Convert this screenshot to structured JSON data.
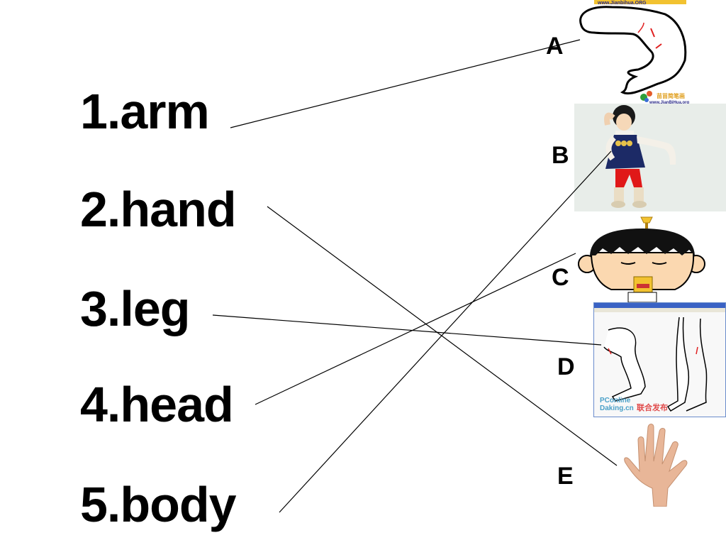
{
  "words": [
    {
      "num": "1.",
      "word": "arm",
      "text": "1.arm"
    },
    {
      "num": "2.",
      "word": "hand",
      "text": "2.hand"
    },
    {
      "num": "3.",
      "word": "leg",
      "text": "3.leg"
    },
    {
      "num": "4.",
      "word": "head",
      "text": "4.head"
    },
    {
      "num": "5.",
      "word": "body",
      "text": "5.body"
    }
  ],
  "letters": [
    "A",
    "B",
    "C",
    "D",
    "E"
  ],
  "pictures": {
    "A": {
      "subject": "arm-sketch",
      "watermark_top": "www.Jianbihua.ORG",
      "watermark_bottom": "www.JianBiHua.org"
    },
    "B": {
      "subject": "girl-full-body-photo"
    },
    "C": {
      "subject": "cartoon-boy-head"
    },
    "D": {
      "subject": "leg-sketch-screenshot",
      "watermark": "PConline Daking.cn",
      "watermark_cn": "联合发布"
    },
    "E": {
      "subject": "open-hand-photo"
    }
  },
  "matches": [
    {
      "word": "arm",
      "letter": "A"
    },
    {
      "word": "hand",
      "letter": "E"
    },
    {
      "word": "leg",
      "letter": "D"
    },
    {
      "word": "head",
      "letter": "C"
    },
    {
      "word": "body",
      "letter": "B"
    }
  ],
  "colors": {
    "text": "#000000",
    "line": "#000000",
    "sketch_red": "#e02020",
    "pants_red": "#e01818",
    "dress_navy": "#1c2a66",
    "skin": "#f6d8b8",
    "photo_bg": "#e7ece9"
  }
}
